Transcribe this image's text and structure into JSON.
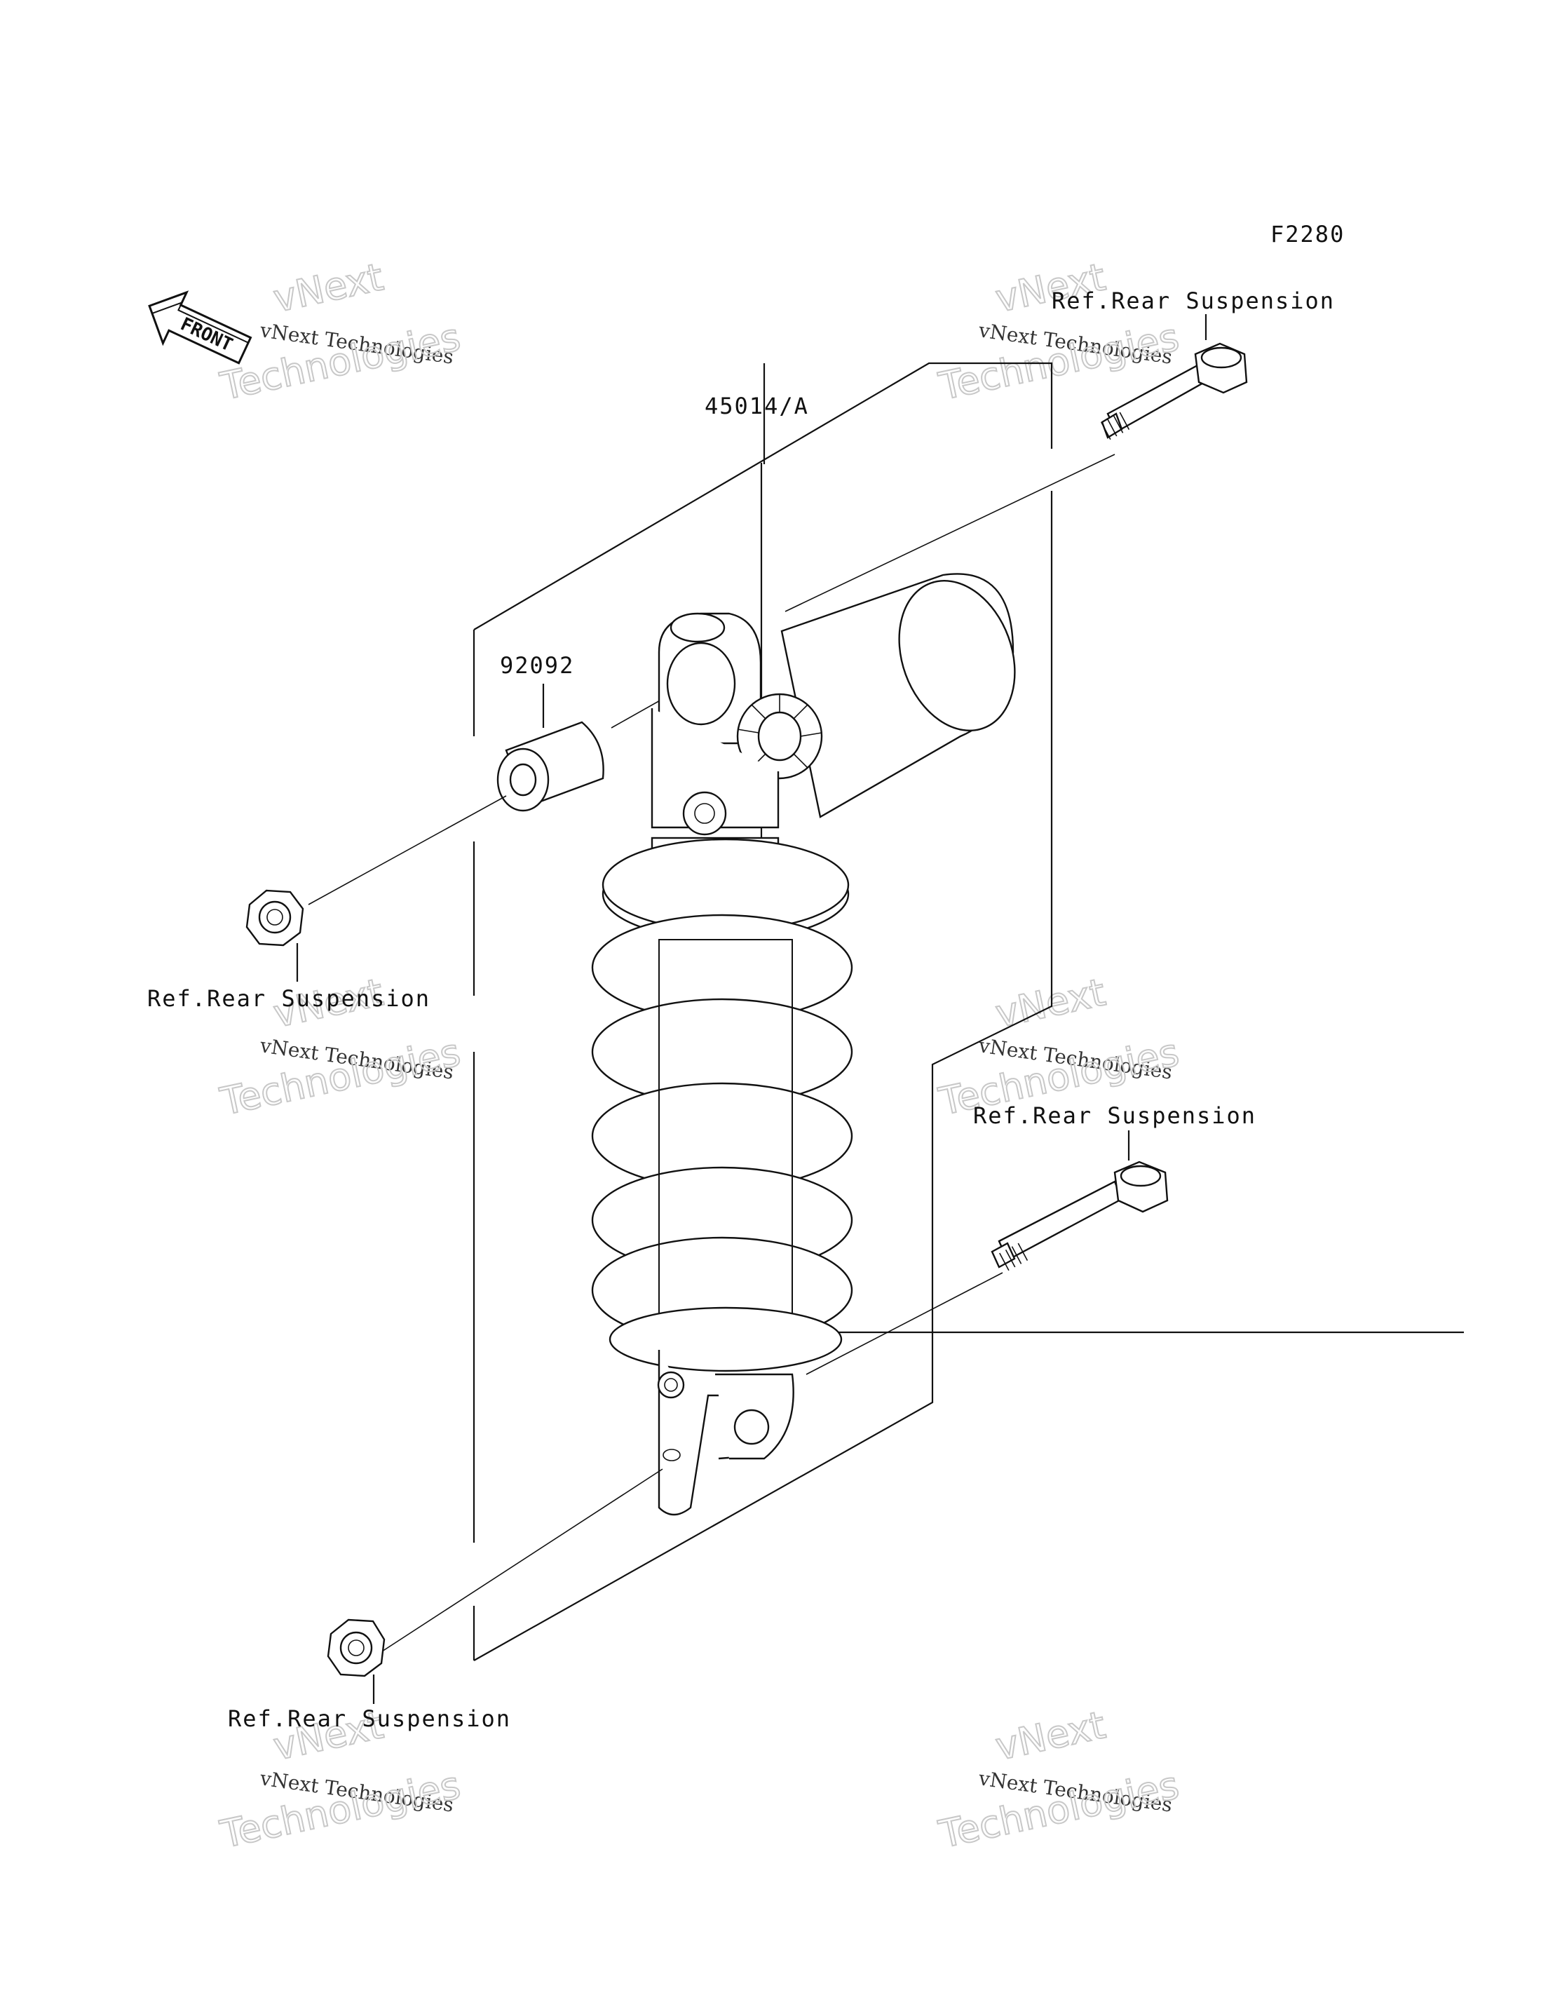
{
  "figure_code": "F2280",
  "front_label": "FRONT",
  "callouts": {
    "shock_absorber": "45014/A",
    "collar": "92092",
    "top_bolt_ref": "Ref.Rear Suspension",
    "top_nut_ref": "Ref.Rear Suspension",
    "bottom_bolt_ref": "Ref.Rear Suspension",
    "bottom_nut_ref": "Ref.Rear Suspension"
  },
  "watermark": {
    "line1": "vNext Technologies",
    "line2": "Technologies",
    "line3": "vNext"
  }
}
